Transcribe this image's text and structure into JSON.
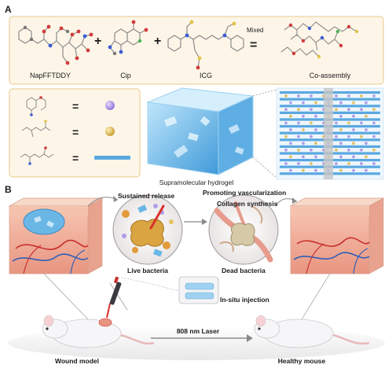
{
  "panels": {
    "a": {
      "letter": "A"
    },
    "b": {
      "letter": "B"
    }
  },
  "equation": {
    "plus": "+",
    "equals": "=",
    "mixed": "Mixed",
    "components": [
      "NapFFTDDY",
      "Cip",
      "ICG"
    ],
    "product": "Co-assembly"
  },
  "legend": {
    "equals": "="
  },
  "hydrogel": {
    "label": "Supramolecular hydrogel"
  },
  "treatment": {
    "sustained_release": "Sustained release",
    "promoting_vascularization": "Promoting vascularization",
    "collagen_synthesis": "Collagen synthesis",
    "live_bacteria": "Live bacteria",
    "dead_bacteria": "Dead bacteria",
    "in_situ_injection": "In-situ injection",
    "laser": "808 nm Laser",
    "wound_model": "Wound model",
    "healthy_mouse": "Healthy mouse"
  },
  "colors": {
    "panel_bg": "#fdf6e8",
    "panel_border": "#e8c98a",
    "cube_blue": "#7fc4ec",
    "fiber_blue": "#5aa8e0",
    "ball_purple": "#b29ce8",
    "ball_gold": "#e2c262",
    "tissue_pink": "#f2b3a3",
    "vessel_red": "#c9302c",
    "vessel_blue": "#2f5fb8"
  }
}
